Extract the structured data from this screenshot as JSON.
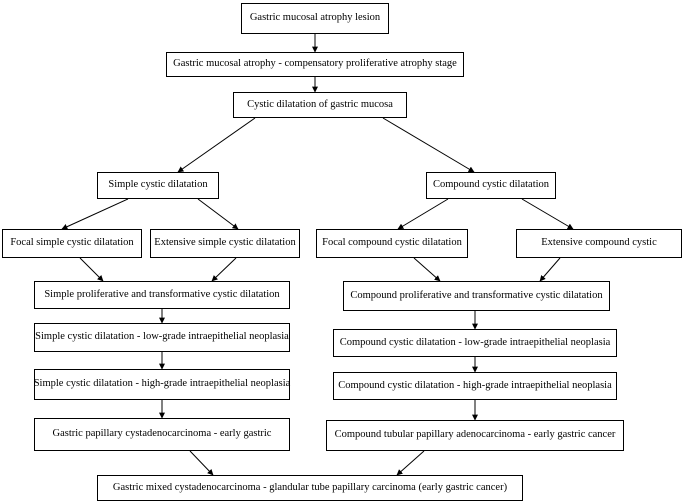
{
  "nodes": {
    "n1": "Gastric mucosal atrophy lesion",
    "n2": "Gastric mucosal atrophy - compensatory proliferative atrophy stage",
    "n3": "Cystic dilatation of gastric mucosa",
    "n4": "Simple cystic dilatation",
    "n5": "Compound cystic dilatation",
    "n6": "Focal simple cystic dilatation",
    "n7": "Extensive simple cystic dilatation",
    "n8": "Focal compound cystic dilatation",
    "n9": "Extensive compound cystic",
    "n10": "Simple proliferative and transformative cystic dilatation",
    "n11": "Compound proliferative and transformative cystic dilatation",
    "n12": "Simple cystic dilatation - low-grade intraepithelial neoplasia",
    "n13": "Compound cystic dilatation - low-grade intraepithelial neoplasia",
    "n14": "Simple cystic dilatation - high-grade intraepithelial neoplasia",
    "n15": "Compound cystic dilatation - high-grade intraepithelial neoplasia",
    "n16": "Gastric papillary cystadenocarcinoma - early gastric",
    "n17": "Compound tubular papillary adenocarcinoma - early gastric cancer",
    "n18": "Gastric mixed cystadenocarcinoma - glandular tube papillary carcinoma (early gastric cancer)"
  },
  "colors": {
    "line": "#000000",
    "box_border": "#000000",
    "background": "#ffffff"
  }
}
